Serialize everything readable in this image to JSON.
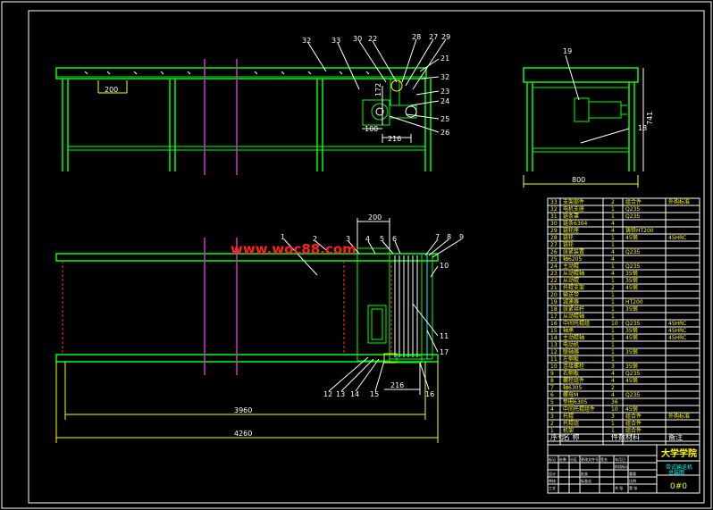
{
  "watermark": "www.woc88.com",
  "dimensions": {
    "d200_top": "200",
    "d100": "100",
    "d216_top": "216",
    "d172": "172",
    "d741": "741",
    "d800": "800",
    "d200_plan": "200",
    "d216_plan": "216",
    "d3960": "3960",
    "d4260": "4260"
  },
  "callouts_elevation": [
    "32",
    "33",
    "30",
    "22",
    "28",
    "27",
    "29",
    "21",
    "32",
    "23",
    "24",
    "25",
    "26"
  ],
  "callouts_side": [
    "19",
    "18"
  ],
  "callouts_plan_top": [
    "1",
    "2",
    "3",
    "4",
    "5",
    "6",
    "7",
    "8",
    "9"
  ],
  "callouts_plan_right": [
    "10",
    "11",
    "17"
  ],
  "callouts_plan_bottom": [
    "12",
    "13",
    "14",
    "15",
    "16"
  ],
  "bom_rows": [
    {
      "no": "33",
      "name": "支架部件",
      "qty": "2",
      "mat": "组合件",
      "note": "外购标准"
    },
    {
      "no": "32",
      "name": "电机支座",
      "qty": "1",
      "mat": "Q235",
      "note": ""
    },
    {
      "no": "31",
      "name": "链条罩",
      "qty": "1",
      "mat": "Q235",
      "note": ""
    },
    {
      "no": "30",
      "name": "链条6304",
      "qty": "4",
      "mat": "",
      "note": ""
    },
    {
      "no": "29",
      "name": "链轮座",
      "qty": "4",
      "mat": "铸铁HT200",
      "note": ""
    },
    {
      "no": "28",
      "name": "链轮",
      "qty": "1",
      "mat": "45钢",
      "note": "45HRC"
    },
    {
      "no": "27",
      "name": "链轮",
      "qty": "1",
      "mat": "",
      "note": ""
    },
    {
      "no": "26",
      "name": "张紧装置",
      "qty": "4",
      "mat": "Q235",
      "note": ""
    },
    {
      "no": "25",
      "name": "轴6205",
      "qty": "4",
      "mat": "",
      "note": ""
    },
    {
      "no": "24",
      "name": "主动辊",
      "qty": "1",
      "mat": "Q235",
      "note": ""
    },
    {
      "no": "23",
      "name": "从动辊轴",
      "qty": "4",
      "mat": "35钢",
      "note": ""
    },
    {
      "no": "22",
      "name": "从动辊",
      "qty": "1",
      "mat": "35钢",
      "note": ""
    },
    {
      "no": "21",
      "name": "托辊支架",
      "qty": "2",
      "mat": "45钢",
      "note": ""
    },
    {
      "no": "20",
      "name": "输送带",
      "qty": "1",
      "mat": "",
      "note": ""
    },
    {
      "no": "19",
      "name": "减速器",
      "qty": "1",
      "mat": "HT200",
      "note": ""
    },
    {
      "no": "18",
      "name": "张紧丝杆",
      "qty": "1",
      "mat": "35钢",
      "note": ""
    },
    {
      "no": "17",
      "name": "从动辊轴",
      "qty": "1",
      "mat": "",
      "note": ""
    },
    {
      "no": "16",
      "name": "中间托辊组",
      "qty": "10",
      "mat": "Q235",
      "note": "45HRC"
    },
    {
      "no": "15",
      "name": "轴承",
      "qty": "1",
      "mat": "35钢",
      "note": "45HRC"
    },
    {
      "no": "14",
      "name": "主动辊轴",
      "qty": "1",
      "mat": "45钢",
      "note": "45HRC"
    },
    {
      "no": "13",
      "name": "电动机",
      "qty": "1",
      "mat": "",
      "note": ""
    },
    {
      "no": "12",
      "name": "联轴器",
      "qty": "1",
      "mat": "35钢",
      "note": ""
    },
    {
      "no": "11",
      "name": "左侧板",
      "qty": "1",
      "mat": "",
      "note": ""
    },
    {
      "no": "10",
      "name": "连接螺栓",
      "qty": "3",
      "mat": "35钢",
      "note": ""
    },
    {
      "no": "9",
      "name": "右侧板",
      "qty": "4",
      "mat": "Q235",
      "note": ""
    },
    {
      "no": "8",
      "name": "螺栓组件",
      "qty": "4",
      "mat": "45钢",
      "note": ""
    },
    {
      "no": "7",
      "name": "轴6305",
      "qty": "2",
      "mat": "",
      "note": ""
    },
    {
      "no": "6",
      "name": "螺母M",
      "qty": "4",
      "mat": "Q235",
      "note": ""
    },
    {
      "no": "5",
      "name": "垫圈6305",
      "qty": "36",
      "mat": "",
      "note": ""
    },
    {
      "no": "4",
      "name": "中间托辊组件",
      "qty": "10",
      "mat": "45钢",
      "note": ""
    },
    {
      "no": "3",
      "name": "托辊",
      "qty": "3",
      "mat": "组合件",
      "note": "外购标准"
    },
    {
      "no": "2",
      "name": "托辊组",
      "qty": "1",
      "mat": "组合件",
      "note": ""
    },
    {
      "no": "1",
      "name": "机架",
      "qty": "1",
      "mat": "组合件",
      "note": ""
    }
  ],
  "bom_header": {
    "no": "序号",
    "name": "名 称",
    "qty": "件数",
    "mat": "材料",
    "note": "备注"
  },
  "title_block": {
    "school": "大学学院",
    "drawing_name": "带式输送机",
    "drawing_sub": "总装图",
    "drawing_no": "0#0",
    "labels": [
      "标记",
      "处数",
      "分区",
      "更改文件号",
      "签名",
      "年月日",
      "设计",
      "审核",
      "工艺",
      "批准",
      "标准化",
      "阶段标记",
      "重量",
      "比例",
      "共 张",
      "第 张"
    ]
  }
}
